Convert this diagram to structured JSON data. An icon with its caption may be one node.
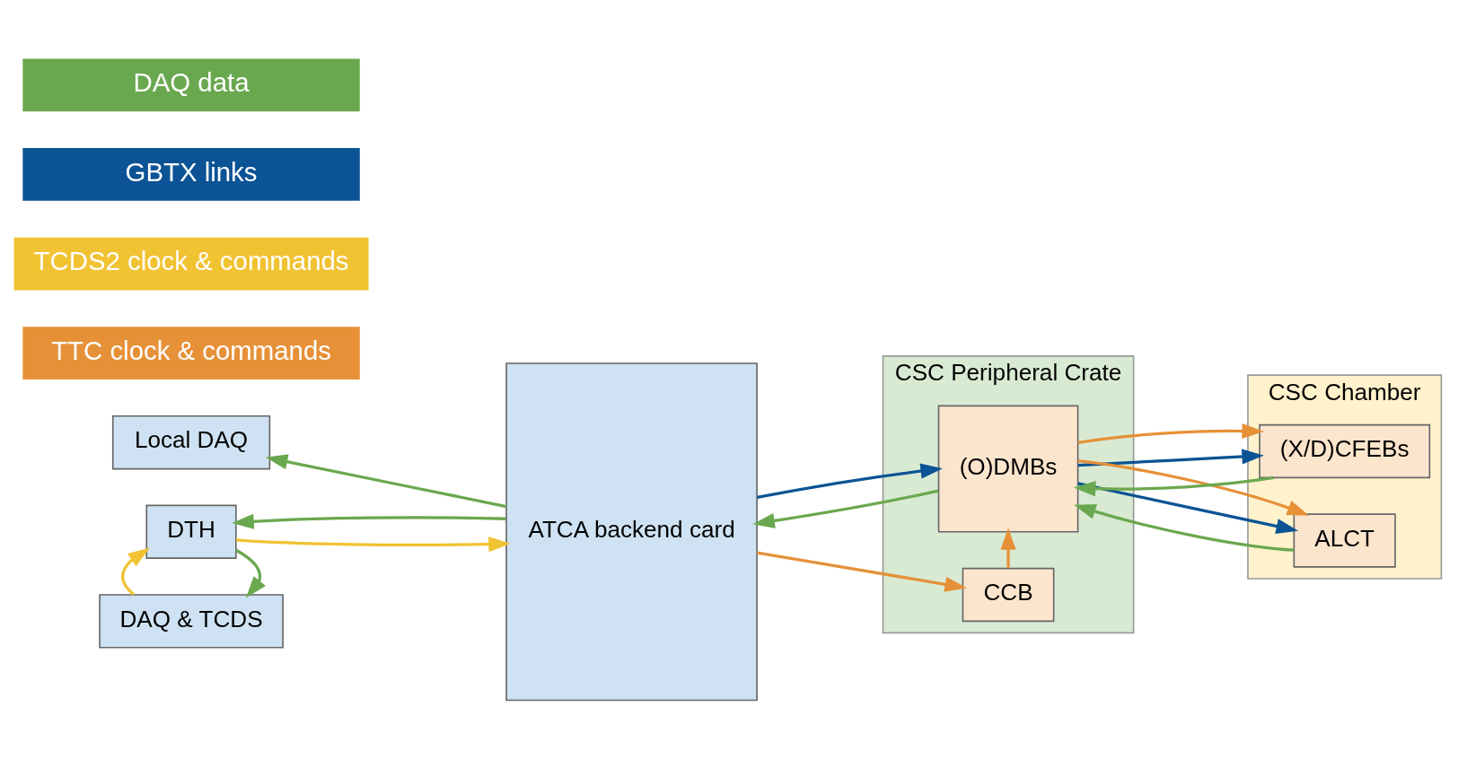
{
  "diagram": {
    "nodes": [
      {
        "text": [
          "Local DAQ"
        ]
      },
      {
        "text": [
          "DTH"
        ]
      },
      {
        "text": [
          "DAQ & TCDS"
        ]
      },
      {
        "text": [
          "ATCA backend card"
        ]
      },
      {
        "text": [
          "CSC Peripheral Crate"
        ]
      },
      {
        "text": [
          "(O)DMBs"
        ],
        "in": 4
      },
      {
        "text": [
          "CCB"
        ],
        "in": 4
      },
      {
        "text": [
          "CSC Chamber"
        ]
      },
      {
        "text": [
          "(X/D)CFEBs"
        ],
        "in": 7
      },
      {
        "text": [
          "ALCT"
        ],
        "in": 7
      }
    ],
    "edges": [
      {
        "from": 3,
        "to": 0,
        "arrow": "to",
        "color": "#6aa84f"
      },
      {
        "from": 3,
        "to": 1,
        "arrow": "to",
        "color": "#6aa84f"
      },
      {
        "from": 1,
        "to": 3,
        "arrow": "to",
        "color": "#f1c232"
      },
      {
        "from": 1,
        "to": 2,
        "arrow": "to",
        "color": "#6aa84f"
      },
      {
        "from": 2,
        "to": 1,
        "arrow": "to",
        "color": "#f1c232"
      },
      {
        "from": 5,
        "to": 3,
        "arrow": "to",
        "color": "#6aa84f"
      },
      {
        "from": 3,
        "to": 5,
        "arrow": "to",
        "color": "#0b5394"
      },
      {
        "from": 3,
        "to": 6,
        "arrow": "to",
        "color": "#e69138"
      },
      {
        "from": 6,
        "to": 5,
        "arrow": "to",
        "color": "#e69138"
      },
      {
        "from": 8,
        "to": 5,
        "arrow": "to",
        "color": "#6aa84f"
      },
      {
        "from": 5,
        "to": 8,
        "arrow": "to",
        "color": "#0b5394"
      },
      {
        "from": 5,
        "to": 8,
        "arrow": "to",
        "color": "#e69138"
      },
      {
        "from": 9,
        "to": 5,
        "arrow": "to",
        "color": "#6aa84f"
      },
      {
        "from": 5,
        "to": 9,
        "arrow": "to",
        "color": "#0b5394"
      },
      {
        "from": 5,
        "to": 9,
        "arrow": "to",
        "color": "#e69138"
      }
    ],
    "legend": [
      {
        "text": "DAQ data",
        "color": "#6aa84f"
      },
      {
        "text": "GBTX links",
        "color": "#0b5394"
      },
      {
        "text": "TCDS2 clock & commands",
        "color": "#f1c232"
      },
      {
        "text": "TTC clock & commands",
        "color": "#e69138"
      }
    ]
  }
}
